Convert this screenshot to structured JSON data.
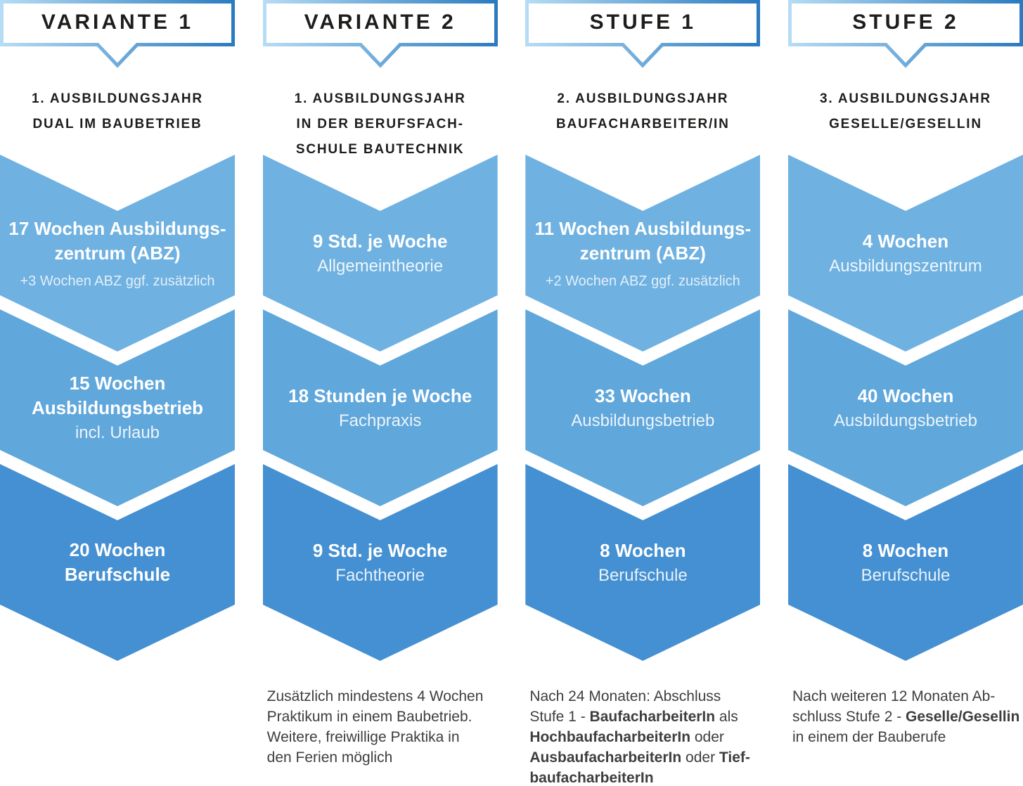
{
  "diagram": {
    "name": "Ausbildung Bauberufe Verlauf",
    "colors": {
      "chevron_light": "#6FB1E1",
      "chevron_mid": "#60A7DB",
      "chevron_dark": "#4590D2",
      "badge_gradient_start": "#B5DCF4",
      "badge_gradient_end": "#2A7BC0",
      "title_text": "#1D1D1B",
      "footnote_text": "#3E3E3E",
      "chevron_text": "#FFFFFF"
    },
    "columns": [
      {
        "id": "variante-1",
        "badge": "VARIANTE 1",
        "title_lines": [
          "1. AUSBILDUNGSJAHR",
          "DUAL IM BAUBETRIEB"
        ],
        "chevrons": [
          {
            "shade": "light",
            "lines": [
              {
                "t": "17 Wochen Ausbildungs-",
                "s": "h"
              },
              {
                "t": "zentrum (ABZ)",
                "s": "h"
              },
              {
                "t": "+3 Wochen ABZ ggf. zusätzlich",
                "s": "note"
              }
            ]
          },
          {
            "shade": "mid",
            "lines": [
              {
                "t": "15 Wochen",
                "s": "h"
              },
              {
                "t": "Ausbildungsbetrieb",
                "s": "h"
              },
              {
                "t": "incl. Urlaub",
                "s": "sub"
              }
            ]
          },
          {
            "shade": "dark",
            "lines": [
              {
                "t": "20 Wochen",
                "s": "h"
              },
              {
                "t": "Berufschule",
                "s": "h"
              }
            ]
          }
        ],
        "footnote_lines": []
      },
      {
        "id": "variante-2",
        "badge": "VARIANTE 2",
        "title_lines": [
          "1. AUSBILDUNGSJAHR",
          "IN DER BERUFSFACH-",
          "SCHULE BAUTECHNIK"
        ],
        "chevrons": [
          {
            "shade": "light",
            "lines": [
              {
                "t": "9 Std. je Woche",
                "s": "h"
              },
              {
                "t": "Allgemeintheorie",
                "s": "sub"
              }
            ]
          },
          {
            "shade": "mid",
            "lines": [
              {
                "t": "18 Stunden je Woche",
                "s": "h"
              },
              {
                "t": "Fachpraxis",
                "s": "sub"
              }
            ]
          },
          {
            "shade": "dark",
            "lines": [
              {
                "t": "9 Std. je Woche",
                "s": "h"
              },
              {
                "t": "Fachtheorie",
                "s": "sub"
              }
            ]
          }
        ],
        "footnote_lines": [
          [
            {
              "t": "Zusätzlich mindestens 4 Wochen",
              "b": false
            }
          ],
          [
            {
              "t": "Praktikum in einem Baubetrieb.",
              "b": false
            }
          ],
          [
            {
              "t": "Weitere, freiwillige Praktika in",
              "b": false
            }
          ],
          [
            {
              "t": "den Ferien möglich",
              "b": false
            }
          ]
        ]
      },
      {
        "id": "stufe-1",
        "badge": "STUFE 1",
        "title_lines": [
          "2. AUSBILDUNGSJAHR",
          "BAUFACHARBEITER/IN"
        ],
        "chevrons": [
          {
            "shade": "light",
            "lines": [
              {
                "t": "11 Wochen Ausbildungs-",
                "s": "h"
              },
              {
                "t": "zentrum (ABZ)",
                "s": "h"
              },
              {
                "t": "+2 Wochen ABZ ggf. zusätzlich",
                "s": "note"
              }
            ]
          },
          {
            "shade": "mid",
            "lines": [
              {
                "t": "33 Wochen",
                "s": "h"
              },
              {
                "t": "Ausbildungsbetrieb",
                "s": "sub"
              }
            ]
          },
          {
            "shade": "dark",
            "lines": [
              {
                "t": "8 Wochen",
                "s": "h"
              },
              {
                "t": "Berufschule",
                "s": "sub"
              }
            ]
          }
        ],
        "footnote_lines": [
          [
            {
              "t": "Nach 24 Monaten: Abschluss",
              "b": false
            }
          ],
          [
            {
              "t": "Stufe 1 - ",
              "b": false
            },
            {
              "t": "BaufacharbeiterIn",
              "b": true
            },
            {
              "t": " als",
              "b": false
            }
          ],
          [
            {
              "t": "HochbaufacharbeiterIn",
              "b": true
            },
            {
              "t": " oder",
              "b": false
            }
          ],
          [
            {
              "t": "AusbaufacharbeiterIn",
              "b": true
            },
            {
              "t": " oder ",
              "b": false
            },
            {
              "t": "Tief-",
              "b": true
            }
          ],
          [
            {
              "t": "baufacharbeiterIn",
              "b": true
            }
          ]
        ]
      },
      {
        "id": "stufe-2",
        "badge": "STUFE 2",
        "title_lines": [
          "3. AUSBILDUNGSJAHR",
          "GESELLE/GESELLIN"
        ],
        "chevrons": [
          {
            "shade": "light",
            "lines": [
              {
                "t": "4 Wochen",
                "s": "h"
              },
              {
                "t": "Ausbildungszentrum",
                "s": "sub"
              }
            ]
          },
          {
            "shade": "mid",
            "lines": [
              {
                "t": "40 Wochen",
                "s": "h"
              },
              {
                "t": "Ausbildungsbetrieb",
                "s": "sub"
              }
            ]
          },
          {
            "shade": "dark",
            "lines": [
              {
                "t": "8 Wochen",
                "s": "h"
              },
              {
                "t": "Berufschule",
                "s": "sub"
              }
            ]
          }
        ],
        "footnote_lines": [
          [
            {
              "t": "Nach weiteren 12 Monaten Ab-",
              "b": false
            }
          ],
          [
            {
              "t": "schluss Stufe 2 - ",
              "b": false
            },
            {
              "t": "Geselle/Gesellin",
              "b": true
            }
          ],
          [
            {
              "t": "in einem der Bauberufe",
              "b": false
            }
          ]
        ]
      }
    ]
  }
}
